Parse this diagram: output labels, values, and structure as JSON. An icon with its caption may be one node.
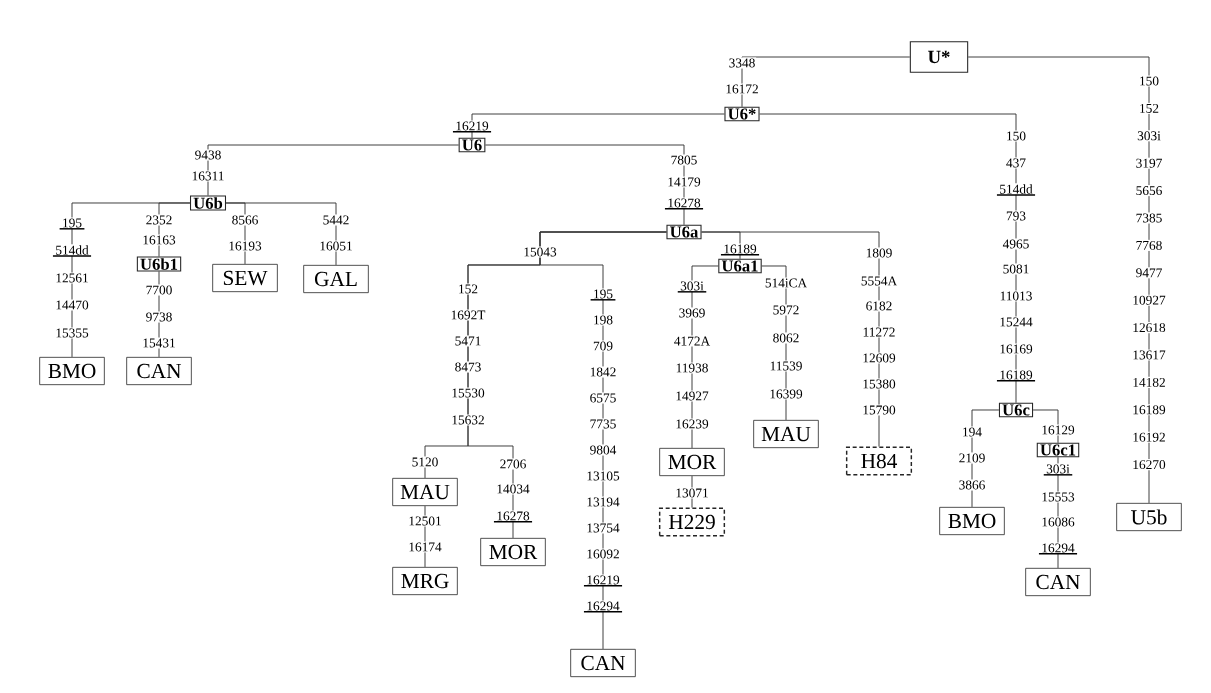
{
  "diagram": {
    "nodes": [
      {
        "text": [
          "U*"
        ]
      },
      {
        "text": [
          "U6*"
        ]
      },
      {
        "text": [
          "U5b"
        ]
      },
      {
        "text": [
          "U6"
        ]
      },
      {
        "text": [
          "U6c"
        ]
      },
      {
        "text": [
          "U6b"
        ]
      },
      {
        "text": [
          "U6a"
        ]
      },
      {
        "text": [
          "BMO"
        ]
      },
      {
        "text": [
          "U6b1"
        ]
      },
      {
        "text": [
          "CAN"
        ]
      },
      {
        "text": [
          "SEW"
        ]
      },
      {
        "text": [
          "GAL"
        ]
      },
      {
        "text": [
          "MAU"
        ]
      },
      {
        "text": [
          "MRG"
        ]
      },
      {
        "text": [
          "MOR"
        ]
      },
      {
        "text": [
          "CAN"
        ]
      },
      {
        "text": [
          "U6a1"
        ]
      },
      {
        "text": [
          "MOR"
        ]
      },
      {
        "text": [
          "H229"
        ]
      },
      {
        "text": [
          "MAU"
        ]
      },
      {
        "text": [
          "H84"
        ]
      },
      {
        "text": [
          "BMO"
        ]
      },
      {
        "text": [
          "U6c1"
        ]
      },
      {
        "text": [
          "CAN"
        ]
      }
    ],
    "edges": [
      {
        "from": 0,
        "to": 1,
        "arrow": "none"
      },
      {
        "from": 0,
        "to": 2,
        "arrow": "none"
      },
      {
        "from": 1,
        "to": 3,
        "arrow": "none"
      },
      {
        "from": 1,
        "to": 4,
        "arrow": "none"
      },
      {
        "from": 3,
        "to": 5,
        "arrow": "none"
      },
      {
        "from": 3,
        "to": 6,
        "arrow": "none"
      },
      {
        "from": 5,
        "to": 7,
        "arrow": "none"
      },
      {
        "from": 5,
        "to": 8,
        "arrow": "none"
      },
      {
        "from": 8,
        "to": 9,
        "arrow": "none"
      },
      {
        "from": 5,
        "to": 10,
        "arrow": "none"
      },
      {
        "from": 5,
        "to": 11,
        "arrow": "none"
      },
      {
        "from": 6,
        "to": 12,
        "arrow": "none"
      },
      {
        "from": 12,
        "to": 13,
        "arrow": "none"
      },
      {
        "from": 6,
        "to": 14,
        "arrow": "none"
      },
      {
        "from": 6,
        "to": 15,
        "arrow": "none"
      },
      {
        "from": 6,
        "to": 16,
        "arrow": "none"
      },
      {
        "from": 16,
        "to": 17,
        "arrow": "none"
      },
      {
        "from": 17,
        "to": 18,
        "arrow": "none"
      },
      {
        "from": 16,
        "to": 19,
        "arrow": "none"
      },
      {
        "from": 6,
        "to": 20,
        "arrow": "none"
      },
      {
        "from": 4,
        "to": 21,
        "arrow": "none"
      },
      {
        "from": 4,
        "to": 22,
        "arrow": "none"
      },
      {
        "from": 22,
        "to": 23,
        "arrow": "none"
      }
    ],
    "labels": [
      "3348",
      "16172",
      "150",
      "152",
      "303i",
      "3197",
      "5656",
      "7385",
      "7768",
      "9477",
      "10927",
      "12618",
      "13617",
      "14182",
      "16189",
      "16192",
      "16270",
      "16219",
      "150",
      "437",
      "514dd",
      "793",
      "4965",
      "5081",
      "11013",
      "15244",
      "16169",
      "16189",
      "9438",
      "16311",
      "7805",
      "14179",
      "16278",
      "195",
      "514dd",
      "12561",
      "14470",
      "15355",
      "2352",
      "16163",
      "7700",
      "9738",
      "15431",
      "8566",
      "16193",
      "5442",
      "16051",
      "15043",
      "152",
      "1692T",
      "5471",
      "8473",
      "15530",
      "15632",
      "5120",
      "12501",
      "16174",
      "2706",
      "14034",
      "16278",
      "195",
      "198",
      "709",
      "1842",
      "6575",
      "7735",
      "9804",
      "13105",
      "13194",
      "13754",
      "16092",
      "16219",
      "16294",
      "16189",
      "303i",
      "3969",
      "4172A",
      "11938",
      "14927",
      "16239",
      "13071",
      "514iCA",
      "5972",
      "8062",
      "11539",
      "16399",
      "1809",
      "5554A",
      "6182",
      "11272",
      "12609",
      "15380",
      "15790",
      "194",
      "2109",
      "3866",
      "16129",
      "303i",
      "15553",
      "16086",
      "16294"
    ]
  }
}
